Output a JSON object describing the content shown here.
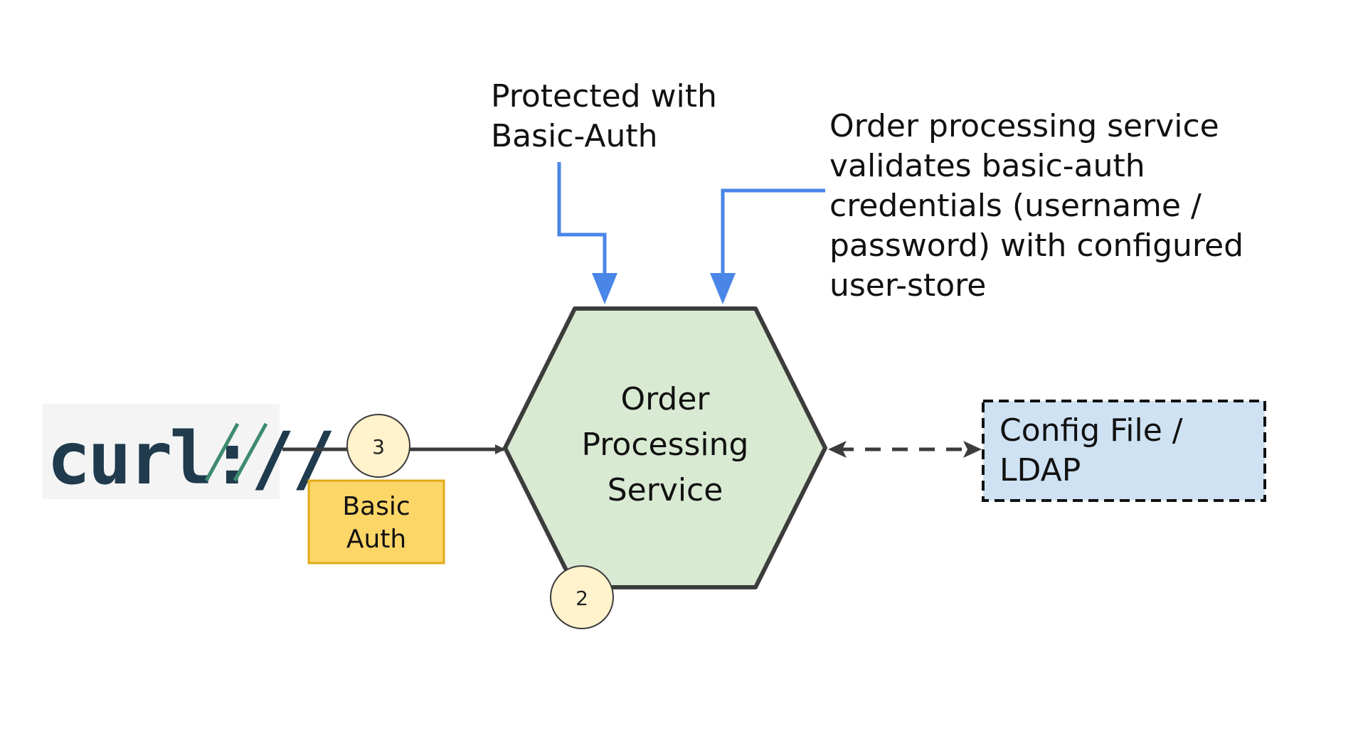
{
  "logo": {
    "text": "curl://"
  },
  "annotations": {
    "protected": [
      "Protected with",
      "Basic-Auth"
    ],
    "validates": [
      "Order processing service",
      "validates basic-auth",
      "credentials (username /",
      "password) with configured",
      "user-store"
    ]
  },
  "service": {
    "label_lines": [
      "Order",
      "Processing",
      "Service"
    ]
  },
  "badges": {
    "request_step": "3",
    "service_step": "2"
  },
  "auth_box": {
    "label_lines": [
      "Basic",
      "Auth"
    ]
  },
  "store": {
    "label_lines": [
      "Config File /",
      "LDAP"
    ]
  },
  "colors": {
    "annotation_arrow": "#4a86e8",
    "service_fill": "#d9ead3",
    "auth_fill": "#fcd667",
    "auth_border": "#e0ab1a",
    "store_fill": "#cfe2f3",
    "badge_fill": "#fff2cc",
    "line": "#3c3c3c",
    "logo_dark": "#1f3b4d",
    "logo_green": "#3d8a6f"
  }
}
